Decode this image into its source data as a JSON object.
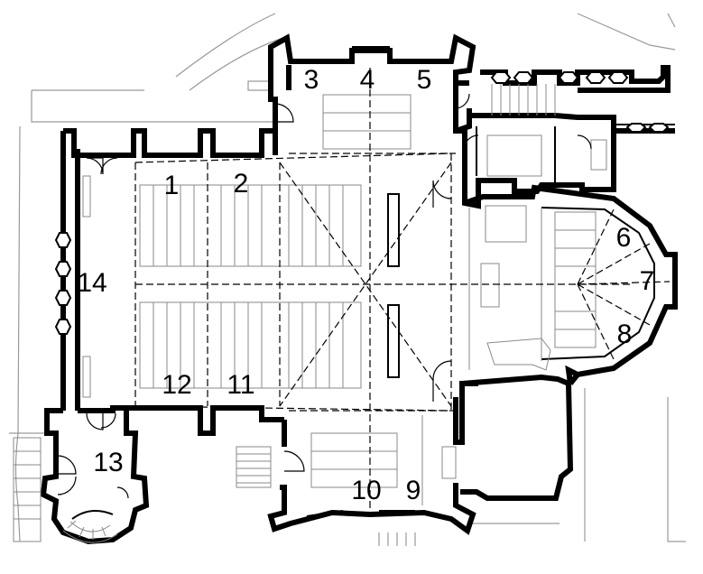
{
  "labels": [
    "1",
    "2",
    "3",
    "4",
    "5",
    "6",
    "7",
    "8",
    "9",
    "10",
    "11",
    "12",
    "13",
    "14"
  ]
}
